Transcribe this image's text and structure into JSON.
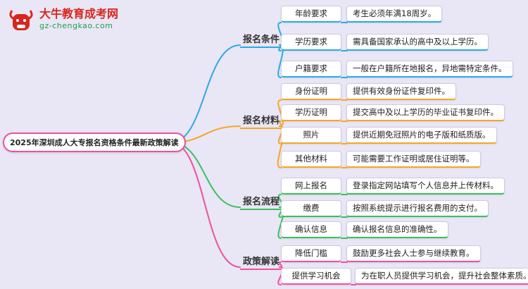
{
  "site": {
    "brand": "大牛教育成考网",
    "domain": "gz-chengkao.com",
    "brand_color": "#d8261c",
    "domain_color": "#1f9d4d"
  },
  "mindmap": {
    "root": "2025年深圳成人大专报名资格条件最新政策解读",
    "root_color": "#f0509b",
    "branch_colors": {
      "blue": "#29abe2",
      "orange": "#f5a623",
      "green": "#38c15c",
      "pink": "#f0509b"
    },
    "branches": [
      {
        "label": "报名条件",
        "color": "#29abe2",
        "children": [
          {
            "label": "年龄要求",
            "detail": "考生必须年满18周岁。"
          },
          {
            "label": "学历要求",
            "detail": "需具备国家承认的高中及以上学历。"
          },
          {
            "label": "户籍要求",
            "detail": "一般在户籍所在地报名，异地需特定条件。"
          }
        ]
      },
      {
        "label": "报名材料",
        "color": "#f5a623",
        "children": [
          {
            "label": "身份证明",
            "detail": "提供有效身份证件复印件。"
          },
          {
            "label": "学历证明",
            "detail": "提交高中及以上学历的毕业证书复印件。"
          },
          {
            "label": "照片",
            "detail": "提供近期免冠照片的电子版和纸质版。"
          },
          {
            "label": "其他材料",
            "detail": "可能需要工作证明或居住证明等。"
          }
        ]
      },
      {
        "label": "报名流程",
        "color": "#38c15c",
        "children": [
          {
            "label": "网上报名",
            "detail": "登录指定网站填写个人信息并上传材料。"
          },
          {
            "label": "缴费",
            "detail": "按照系统提示进行报名费用的支付。"
          },
          {
            "label": "确认信息",
            "detail": "确认报名信息的准确性。"
          }
        ]
      },
      {
        "label": "政策解读",
        "color": "#f0509b",
        "children": [
          {
            "label": "降低门槛",
            "detail": "鼓励更多社会人士参与继续教育。"
          },
          {
            "label": "提供学习机会",
            "detail": "为在职人员提供学习机会，提升社会整体素质。"
          }
        ]
      }
    ]
  }
}
